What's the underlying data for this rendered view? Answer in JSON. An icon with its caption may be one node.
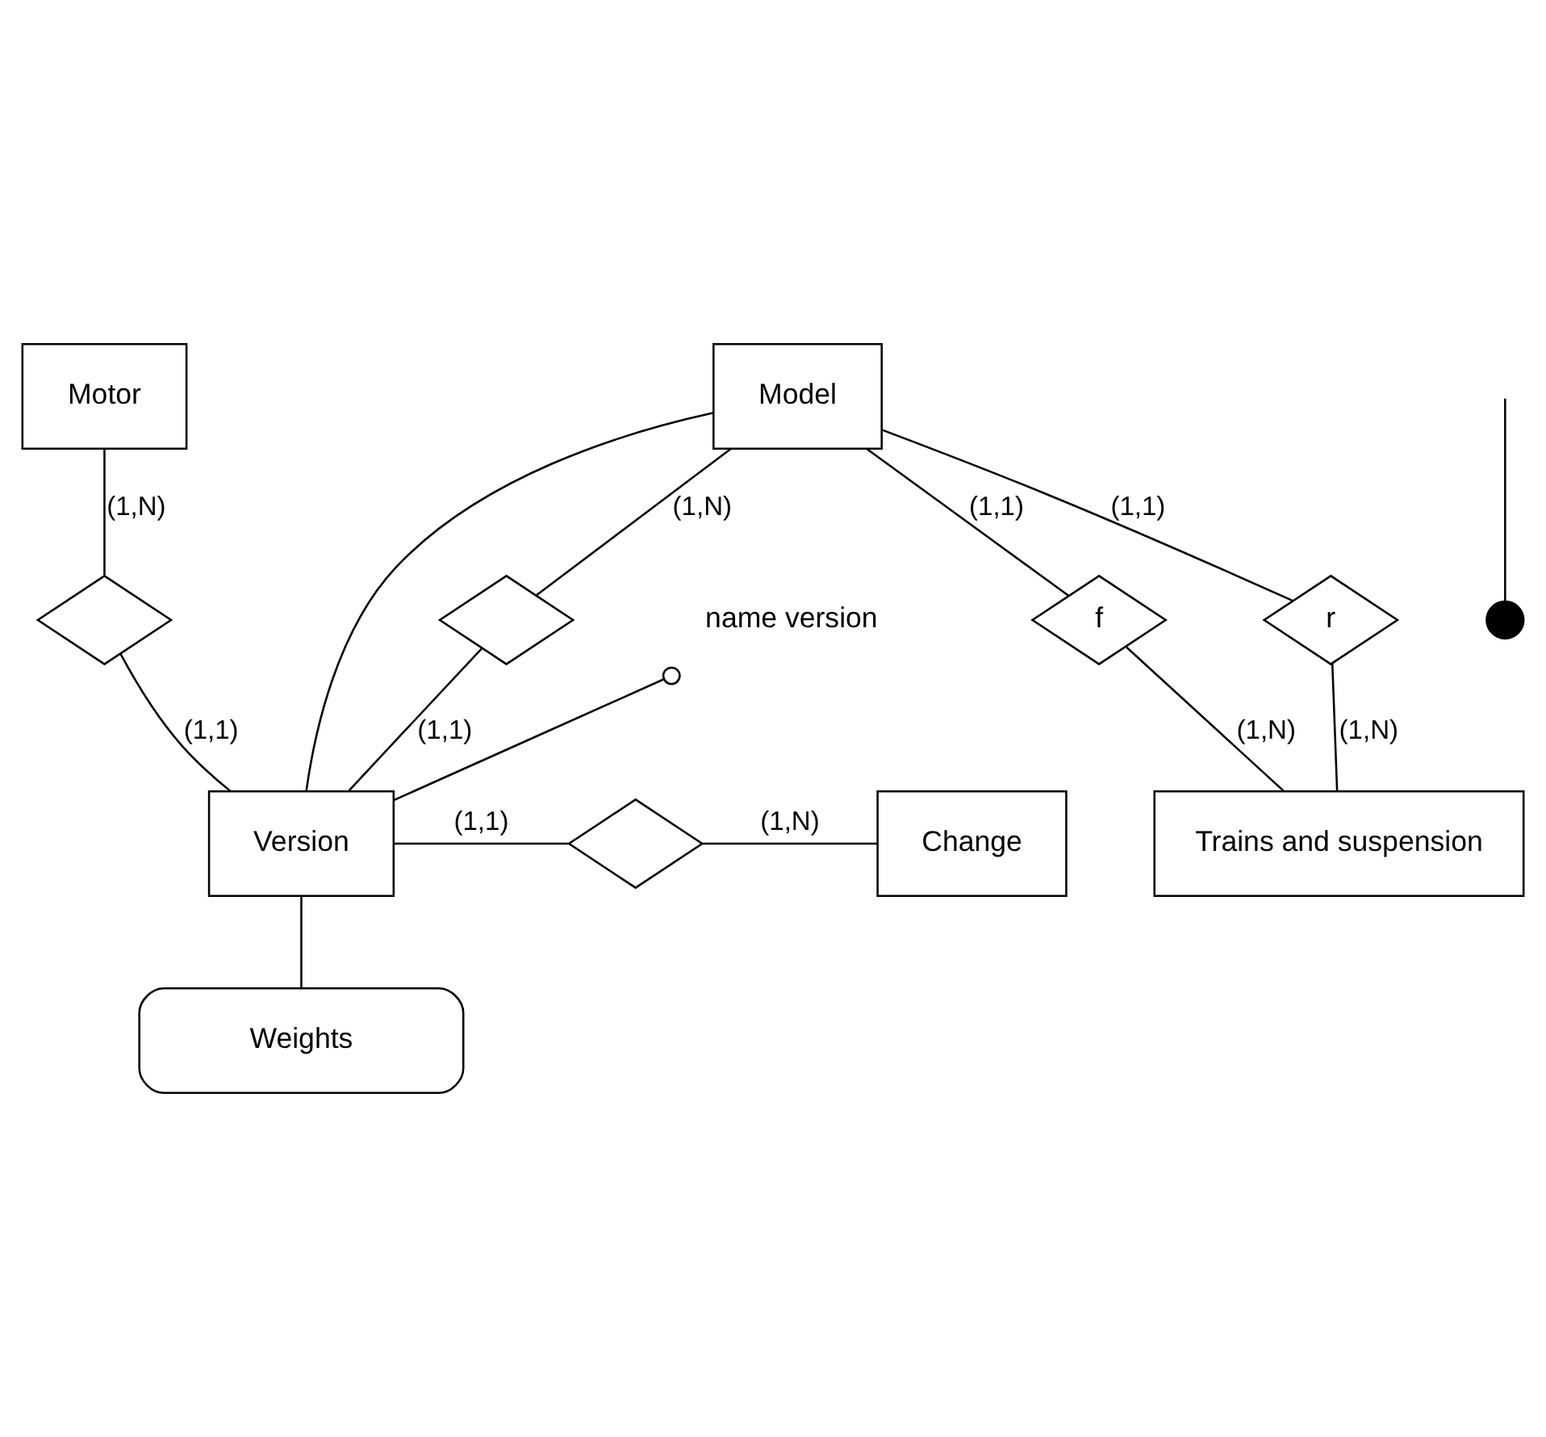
{
  "diagram": {
    "nodes": [
      {
        "text": [
          "Motor"
        ]
      },
      {
        "text": [
          "Model"
        ]
      },
      {
        "text": [
          "r"
        ]
      },
      {
        "text": [],
        "shape": "diamond"
      },
      {
        "text": [],
        "shape": "diamond"
      },
      {
        "text": [
          "f"
        ]
      },
      {
        "text": [
          "Trains and suspension"
        ]
      },
      {
        "text": [
          "name version"
        ]
      },
      {
        "text": [],
        "shape": "circle"
      },
      {
        "text": [
          "Version"
        ]
      },
      {
        "text": [],
        "shape": "diamond"
      },
      {
        "text": [
          "Change"
        ]
      },
      {
        "text": [
          "Weights"
        ]
      }
    ],
    "edges": [
      {
        "from": 1,
        "to": 2,
        "arrow": "none",
        "label": "(1,1)"
      },
      {
        "from": 2,
        "to": 6,
        "arrow": "none",
        "label": "(1,N)"
      },
      {
        "from": 0,
        "to": 3,
        "arrow": "none",
        "label": "(1,N)"
      },
      {
        "from": 1,
        "to": 4,
        "arrow": "none",
        "label": "(1,N)"
      },
      {
        "from": 1,
        "to": 9,
        "arrow": "none"
      },
      {
        "from": 1,
        "to": 5,
        "arrow": "none",
        "label": "(1,1)"
      },
      {
        "from": 5,
        "to": 6,
        "arrow": "none",
        "label": "(1,N)"
      },
      {
        "from": 3,
        "to": 9,
        "arrow": "none",
        "label": "(1,1)"
      },
      {
        "from": 7,
        "to": 9,
        "arrow": "other"
      },
      {
        "from": 4,
        "to": 9,
        "arrow": "none",
        "label": "(1,1)"
      },
      {
        "from": null,
        "to": 8,
        "arrow": "none"
      },
      {
        "from": 9,
        "to": 10,
        "arrow": "none",
        "label": "(1,1)"
      },
      {
        "from": 10,
        "to": 11,
        "arrow": "none",
        "label": "(1,N)"
      },
      {
        "from": 9,
        "to": 12,
        "arrow": "none"
      }
    ]
  }
}
